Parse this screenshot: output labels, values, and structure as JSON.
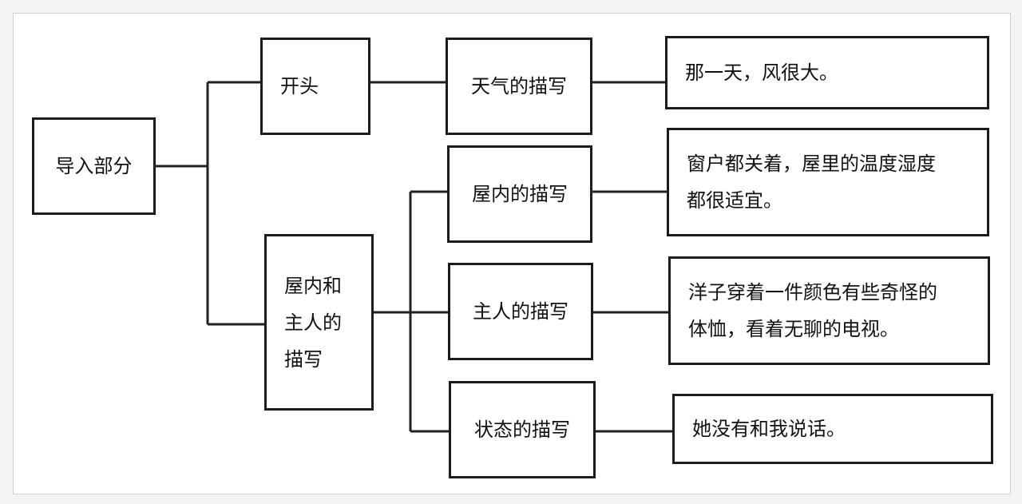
{
  "diagram": {
    "root": {
      "label": "导入部分"
    },
    "sections": [
      {
        "label": "开头"
      },
      {
        "label_lines": [
          "屋内和",
          "主人的",
          "描写"
        ]
      }
    ],
    "aspects": [
      {
        "label": "天气的描写"
      },
      {
        "label": "屋内的描写"
      },
      {
        "label": "主人的描写"
      },
      {
        "label": "状态的描写"
      }
    ],
    "details": [
      {
        "lines": [
          "那一天，风很大。"
        ]
      },
      {
        "lines": [
          "窗户都关着，屋里的温度湿度",
          "都很适宜。"
        ]
      },
      {
        "lines": [
          "洋子穿着一件颜色有些奇怪的",
          "体恤，看着无聊的电视。"
        ]
      },
      {
        "lines": [
          "她没有和我说话。"
        ]
      }
    ]
  }
}
